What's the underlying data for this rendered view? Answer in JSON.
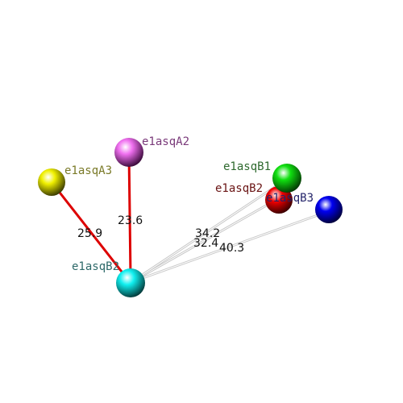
{
  "atoms": {
    "a2": {
      "label": "e1asqA2",
      "color": "#f070f0",
      "label_color": "#7a3a7a"
    },
    "a3": {
      "label": "e1asqA3",
      "color": "#f0f000",
      "label_color": "#7a7a28"
    },
    "b1": {
      "label": "e1asqB1",
      "color": "#10e010",
      "label_color": "#2f6a2f"
    },
    "b2_red": {
      "label": "e1asqB2",
      "color": "#f00000",
      "label_color": "#6a1414"
    },
    "b3": {
      "label": "e1asqB3",
      "color": "#0000f0",
      "label_color": "#24246a"
    },
    "b2_center": {
      "label": "e1asqB2",
      "color": "#10f0f0",
      "label_color": "#2f6a6a"
    }
  },
  "distances": {
    "a3": "25.9",
    "a2": "23.6",
    "b1": "34.2",
    "b2_red": "32.4",
    "b3": "40.3"
  },
  "colors": {
    "bond_highlight": "#dd0000",
    "bond_normal": "#c8c8c8"
  }
}
